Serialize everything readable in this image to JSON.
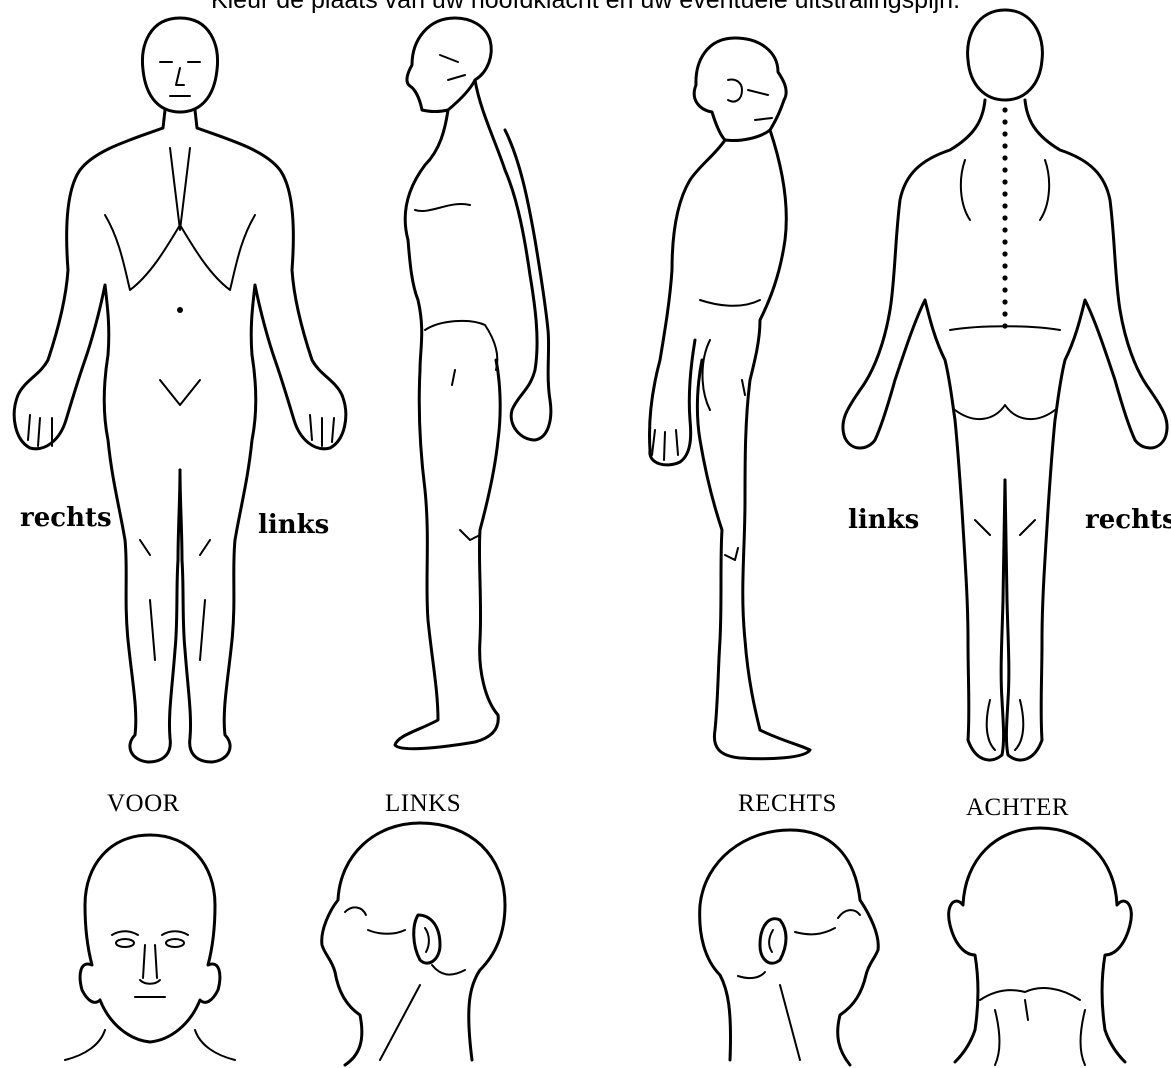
{
  "instruction": "Kleur de plaats van uw hoofdklacht en uw eventuele uitstralingspijn.",
  "body_labels": {
    "front_right": "rechts",
    "front_left": "links",
    "back_left": "links",
    "back_right": "rechts"
  },
  "head_labels": {
    "front": "VOOR",
    "left": "LINKS",
    "right": "RECHTS",
    "back": "ACHTER"
  }
}
